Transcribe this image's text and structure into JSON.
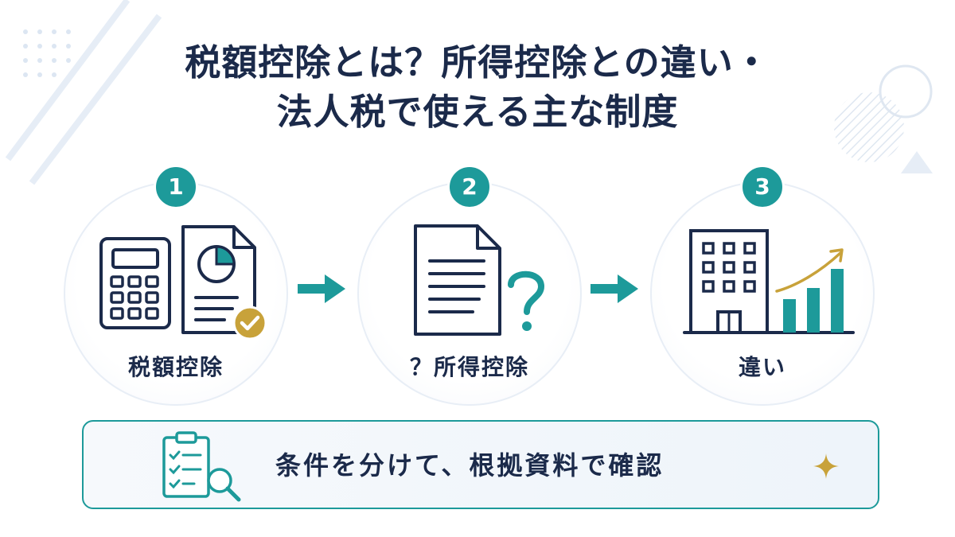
{
  "title": {
    "line1": "税額控除とは？所得控除との違い・",
    "line2": "法人税で使える主な制度"
  },
  "steps": [
    {
      "number": "1",
      "label": "税額控除",
      "icon": "calculator-document-check-icon"
    },
    {
      "number": "2",
      "label": "？所得控除",
      "icon": "document-question-icon"
    },
    {
      "number": "3",
      "label": "違い",
      "icon": "building-growth-chart-icon"
    }
  ],
  "banner": {
    "text": "条件を分けて、根拠資料で確認",
    "icon": "clipboard-magnifier-icon",
    "accent_icon": "sparkle-icon"
  },
  "colors": {
    "navy": "#1b2a4a",
    "teal": "#1d9a9a",
    "gold": "#c8a23a"
  }
}
